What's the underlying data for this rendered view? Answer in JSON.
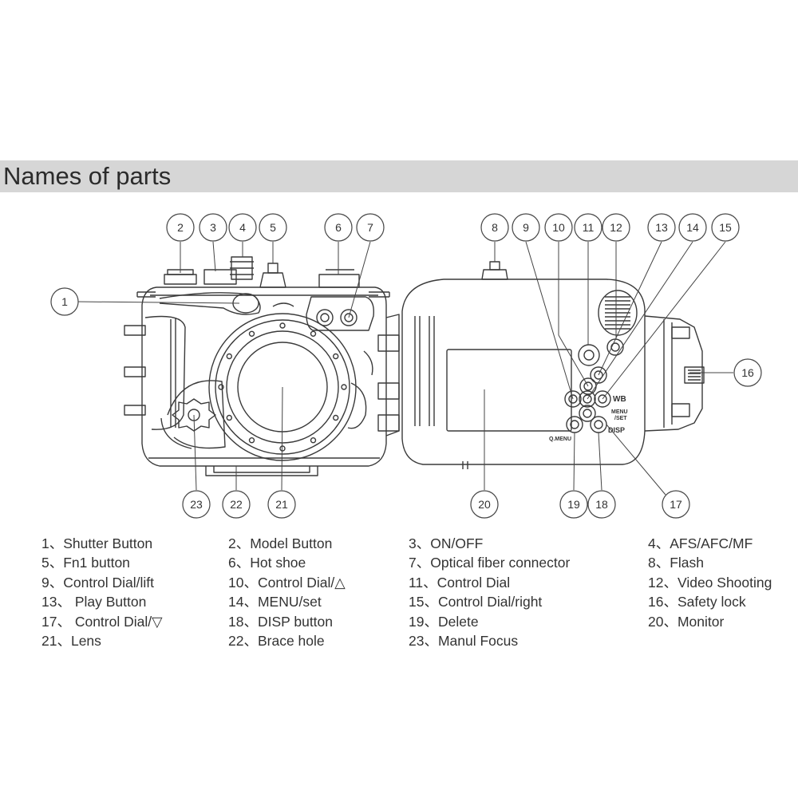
{
  "title": "Names of parts",
  "callouts": [
    "1",
    "2",
    "3",
    "4",
    "5",
    "6",
    "7",
    "8",
    "9",
    "10",
    "11",
    "12",
    "13",
    "14",
    "15",
    "16",
    "17",
    "18",
    "19",
    "20",
    "21",
    "22",
    "23"
  ],
  "housing_labels": {
    "qmenu": "Q.MENU",
    "wb": "WB",
    "menu_set": "MENU",
    "set": "/SET",
    "disp": "DISP"
  },
  "parts": [
    {
      "num": "1",
      "name": "Shutter Button"
    },
    {
      "num": "2",
      "name": "Model Button"
    },
    {
      "num": "3",
      "name": "ON/OFF"
    },
    {
      "num": "4",
      "name": "AFS/AFC/MF"
    },
    {
      "num": "5",
      "name": "Fn1 button"
    },
    {
      "num": "6",
      "name": "Hot shoe"
    },
    {
      "num": "7",
      "name": "Optical fiber connector"
    },
    {
      "num": "8",
      "name": "Flash"
    },
    {
      "num": "9",
      "name": "Control Dial/lift"
    },
    {
      "num": "10",
      "name": "Control Dial/△"
    },
    {
      "num": "11",
      "name": "Control Dial"
    },
    {
      "num": "12",
      "name": "Video Shooting"
    },
    {
      "num": "13",
      "name": " Play Button"
    },
    {
      "num": "14",
      "name": "MENU/set"
    },
    {
      "num": "15",
      "name": "Control Dial/right"
    },
    {
      "num": "16",
      "name": "Safety lock"
    },
    {
      "num": "17",
      "name": " Control Dial/▽"
    },
    {
      "num": "18",
      "name": "DISP button"
    },
    {
      "num": "19",
      "name": "Delete"
    },
    {
      "num": "20",
      "name": "Monitor"
    },
    {
      "num": "21",
      "name": "Lens"
    },
    {
      "num": "22",
      "name": "Brace hole"
    },
    {
      "num": "23",
      "name": "Manul Focus"
    }
  ],
  "separator": "、"
}
